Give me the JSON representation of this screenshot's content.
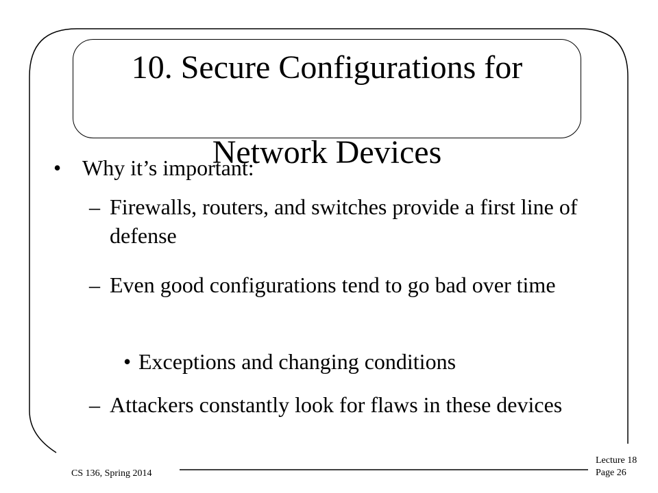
{
  "slide": {
    "title_line_1": "10.  Secure Configurations for",
    "title_line_2": "Network Devices",
    "bullets": [
      {
        "text": "Why it’s important:",
        "subitems": [
          {
            "marker": "–",
            "text": "Firewalls, routers, and switches provide a first line of defense"
          },
          {
            "marker": "–",
            "text": "Even good configurations tend to go bad over time",
            "subitems": [
              {
                "marker": "•",
                "text": "Exceptions and changing conditions"
              }
            ]
          },
          {
            "marker": "–",
            "text": "Attackers constantly look for flaws in these devices"
          }
        ]
      }
    ]
  },
  "footer": {
    "course": "CS 136, Spring 2014",
    "lecture": "Lecture 18",
    "page": "Page 26"
  }
}
